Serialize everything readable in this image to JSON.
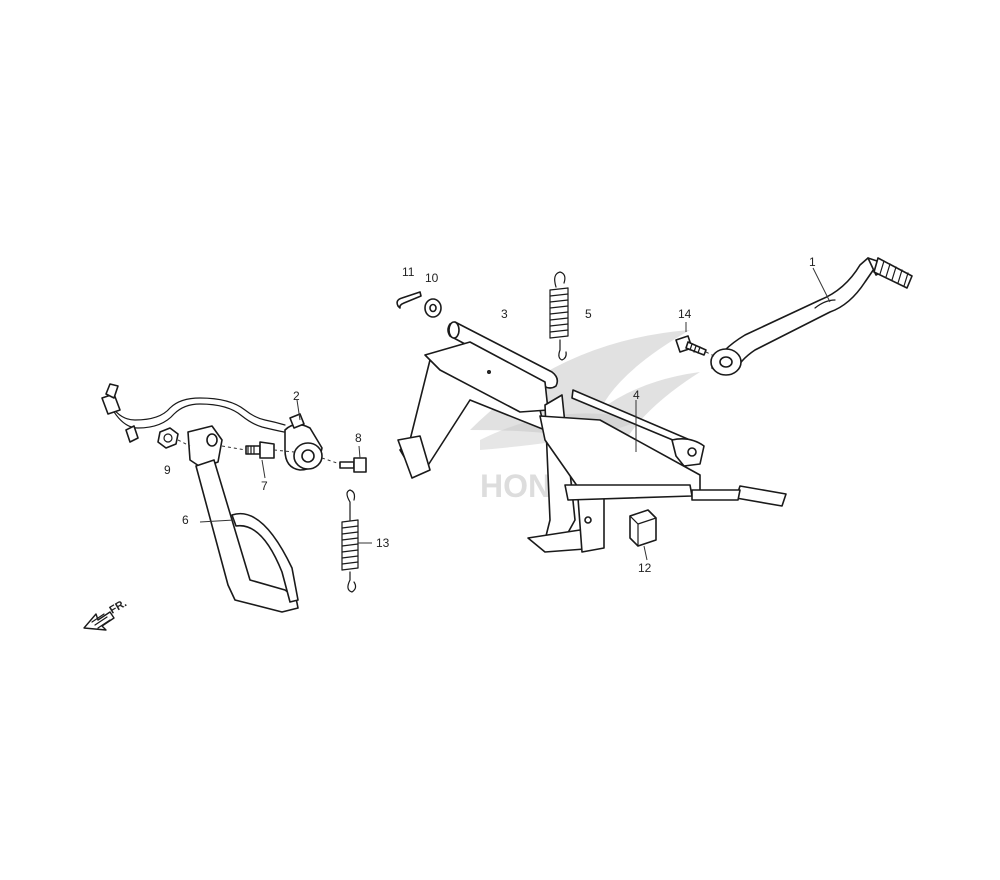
{
  "diagram": {
    "callouts": {
      "c1": "1",
      "c2": "2",
      "c3": "3",
      "c4": "4",
      "c5": "5",
      "c6": "6",
      "c7": "7",
      "c8": "8",
      "c9": "9",
      "c10": "10",
      "c11": "11",
      "c12": "12",
      "c13": "13",
      "c14": "14"
    },
    "direction_label": "FR.",
    "watermark_text": "HONDA"
  },
  "colors": {
    "line": "#1a1a1a",
    "watermark": "#c8c8c8",
    "background": "#ffffff"
  },
  "icons": {
    "direction_arrow": "arrow-left-down-icon",
    "watermark": "wing-logo-watermark"
  }
}
